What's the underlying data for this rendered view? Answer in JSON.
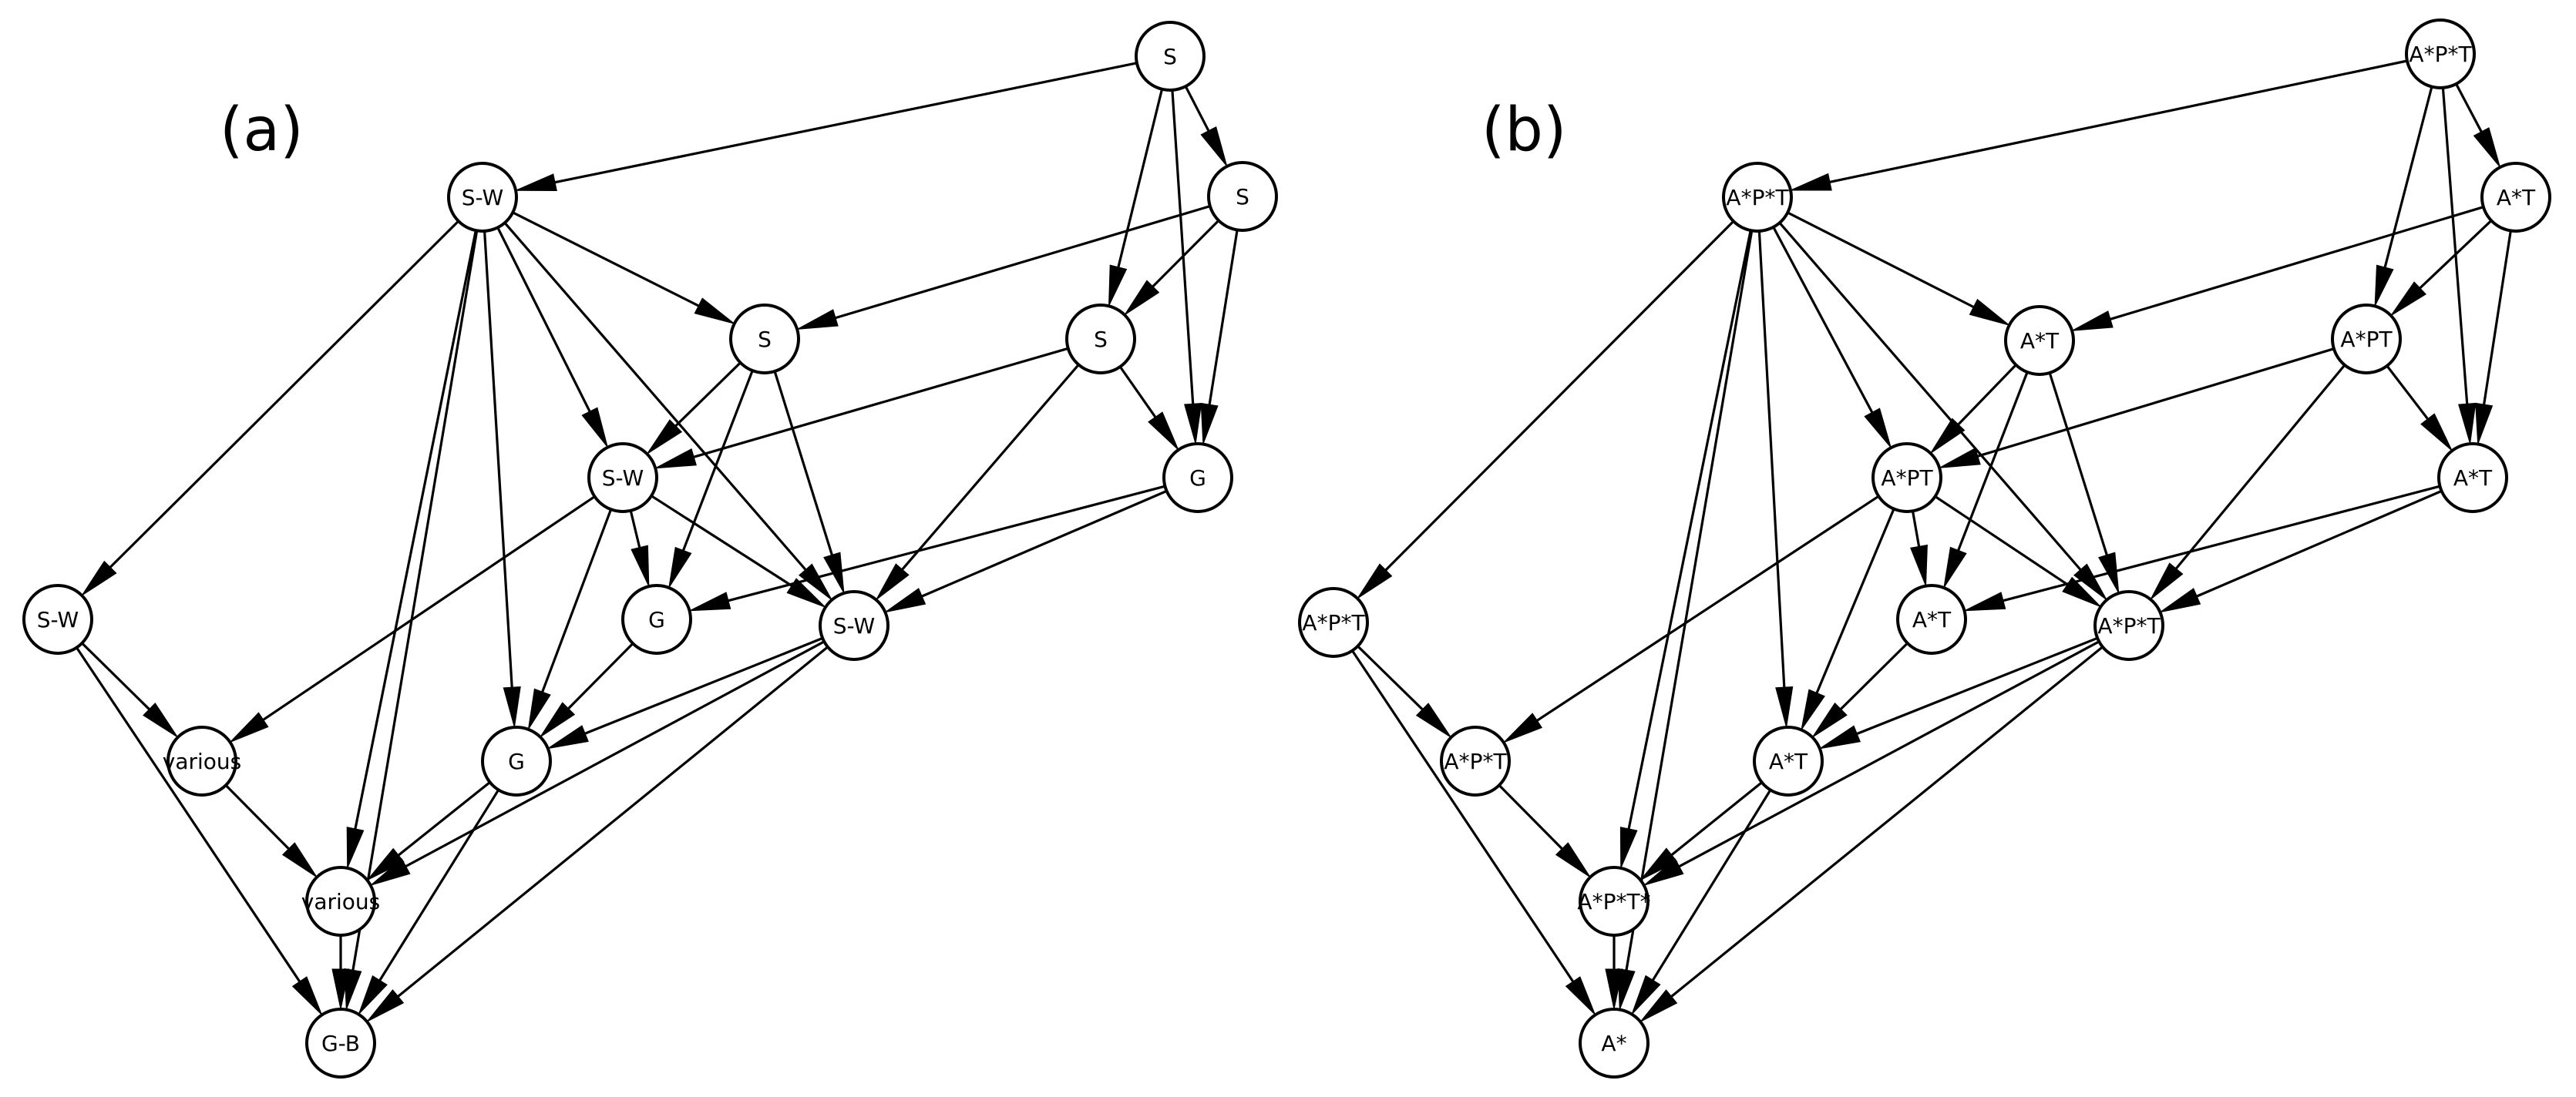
{
  "panels": [
    {
      "id": "a",
      "label": "(a)",
      "nodes": [
        {
          "id": "a1",
          "label": "S"
        },
        {
          "id": "a2",
          "label": "S-W"
        },
        {
          "id": "a3",
          "label": "S"
        },
        {
          "id": "a4",
          "label": "S"
        },
        {
          "id": "a5",
          "label": "S"
        },
        {
          "id": "a6",
          "label": "S-W"
        },
        {
          "id": "a7",
          "label": "G"
        },
        {
          "id": "a8",
          "label": "S-W"
        },
        {
          "id": "a9",
          "label": "G"
        },
        {
          "id": "a10",
          "label": "S-W"
        },
        {
          "id": "a11",
          "label": "various"
        },
        {
          "id": "a12",
          "label": "G"
        },
        {
          "id": "a13",
          "label": "various"
        },
        {
          "id": "a14",
          "label": "G-B"
        }
      ],
      "edges": [
        [
          "a1",
          "a2"
        ],
        [
          "a1",
          "a3"
        ],
        [
          "a1",
          "a5"
        ],
        [
          "a1",
          "a7"
        ],
        [
          "a3",
          "a4"
        ],
        [
          "a3",
          "a5"
        ],
        [
          "a3",
          "a7"
        ],
        [
          "a2",
          "a4"
        ],
        [
          "a2",
          "a6"
        ],
        [
          "a2",
          "a10"
        ],
        [
          "a2",
          "a12"
        ],
        [
          "a2",
          "a13"
        ],
        [
          "a2",
          "a8"
        ],
        [
          "a2",
          "a14"
        ],
        [
          "a4",
          "a6"
        ],
        [
          "a4",
          "a9"
        ],
        [
          "a4",
          "a10"
        ],
        [
          "a5",
          "a6"
        ],
        [
          "a5",
          "a7"
        ],
        [
          "a5",
          "a10"
        ],
        [
          "a6",
          "a9"
        ],
        [
          "a6",
          "a10"
        ],
        [
          "a6",
          "a11"
        ],
        [
          "a6",
          "a12"
        ],
        [
          "a7",
          "a9"
        ],
        [
          "a7",
          "a10"
        ],
        [
          "a9",
          "a12"
        ],
        [
          "a10",
          "a12"
        ],
        [
          "a10",
          "a13"
        ],
        [
          "a10",
          "a14"
        ],
        [
          "a8",
          "a11"
        ],
        [
          "a8",
          "a14"
        ],
        [
          "a11",
          "a13"
        ],
        [
          "a12",
          "a13"
        ],
        [
          "a12",
          "a14"
        ],
        [
          "a13",
          "a14"
        ]
      ]
    },
    {
      "id": "b",
      "label": "(b)",
      "nodes": [
        {
          "id": "b1",
          "label": "A*P*T"
        },
        {
          "id": "b2",
          "label": "A*P*T"
        },
        {
          "id": "b3",
          "label": "A*T"
        },
        {
          "id": "b4",
          "label": "A*T"
        },
        {
          "id": "b5",
          "label": "A*PT"
        },
        {
          "id": "b6",
          "label": "A*PT"
        },
        {
          "id": "b7",
          "label": "A*T"
        },
        {
          "id": "b8",
          "label": "A*P*T"
        },
        {
          "id": "b9",
          "label": "A*T"
        },
        {
          "id": "b10",
          "label": "A*P*T"
        },
        {
          "id": "b11",
          "label": "A*P*T"
        },
        {
          "id": "b12",
          "label": "A*T"
        },
        {
          "id": "b13",
          "label": "A*P*T*"
        },
        {
          "id": "b14",
          "label": "A*"
        }
      ],
      "edges": [
        [
          "b1",
          "b2"
        ],
        [
          "b1",
          "b3"
        ],
        [
          "b1",
          "b5"
        ],
        [
          "b1",
          "b7"
        ],
        [
          "b3",
          "b4"
        ],
        [
          "b3",
          "b5"
        ],
        [
          "b3",
          "b7"
        ],
        [
          "b2",
          "b4"
        ],
        [
          "b2",
          "b6"
        ],
        [
          "b2",
          "b10"
        ],
        [
          "b2",
          "b12"
        ],
        [
          "b2",
          "b13"
        ],
        [
          "b2",
          "b8"
        ],
        [
          "b2",
          "b14"
        ],
        [
          "b4",
          "b6"
        ],
        [
          "b4",
          "b9"
        ],
        [
          "b4",
          "b10"
        ],
        [
          "b5",
          "b6"
        ],
        [
          "b5",
          "b7"
        ],
        [
          "b5",
          "b10"
        ],
        [
          "b6",
          "b9"
        ],
        [
          "b6",
          "b10"
        ],
        [
          "b6",
          "b11"
        ],
        [
          "b6",
          "b12"
        ],
        [
          "b7",
          "b9"
        ],
        [
          "b7",
          "b10"
        ],
        [
          "b9",
          "b12"
        ],
        [
          "b10",
          "b12"
        ],
        [
          "b10",
          "b13"
        ],
        [
          "b10",
          "b14"
        ],
        [
          "b8",
          "b11"
        ],
        [
          "b8",
          "b14"
        ],
        [
          "b11",
          "b13"
        ],
        [
          "b12",
          "b13"
        ],
        [
          "b12",
          "b14"
        ],
        [
          "b13",
          "b14"
        ]
      ]
    }
  ]
}
